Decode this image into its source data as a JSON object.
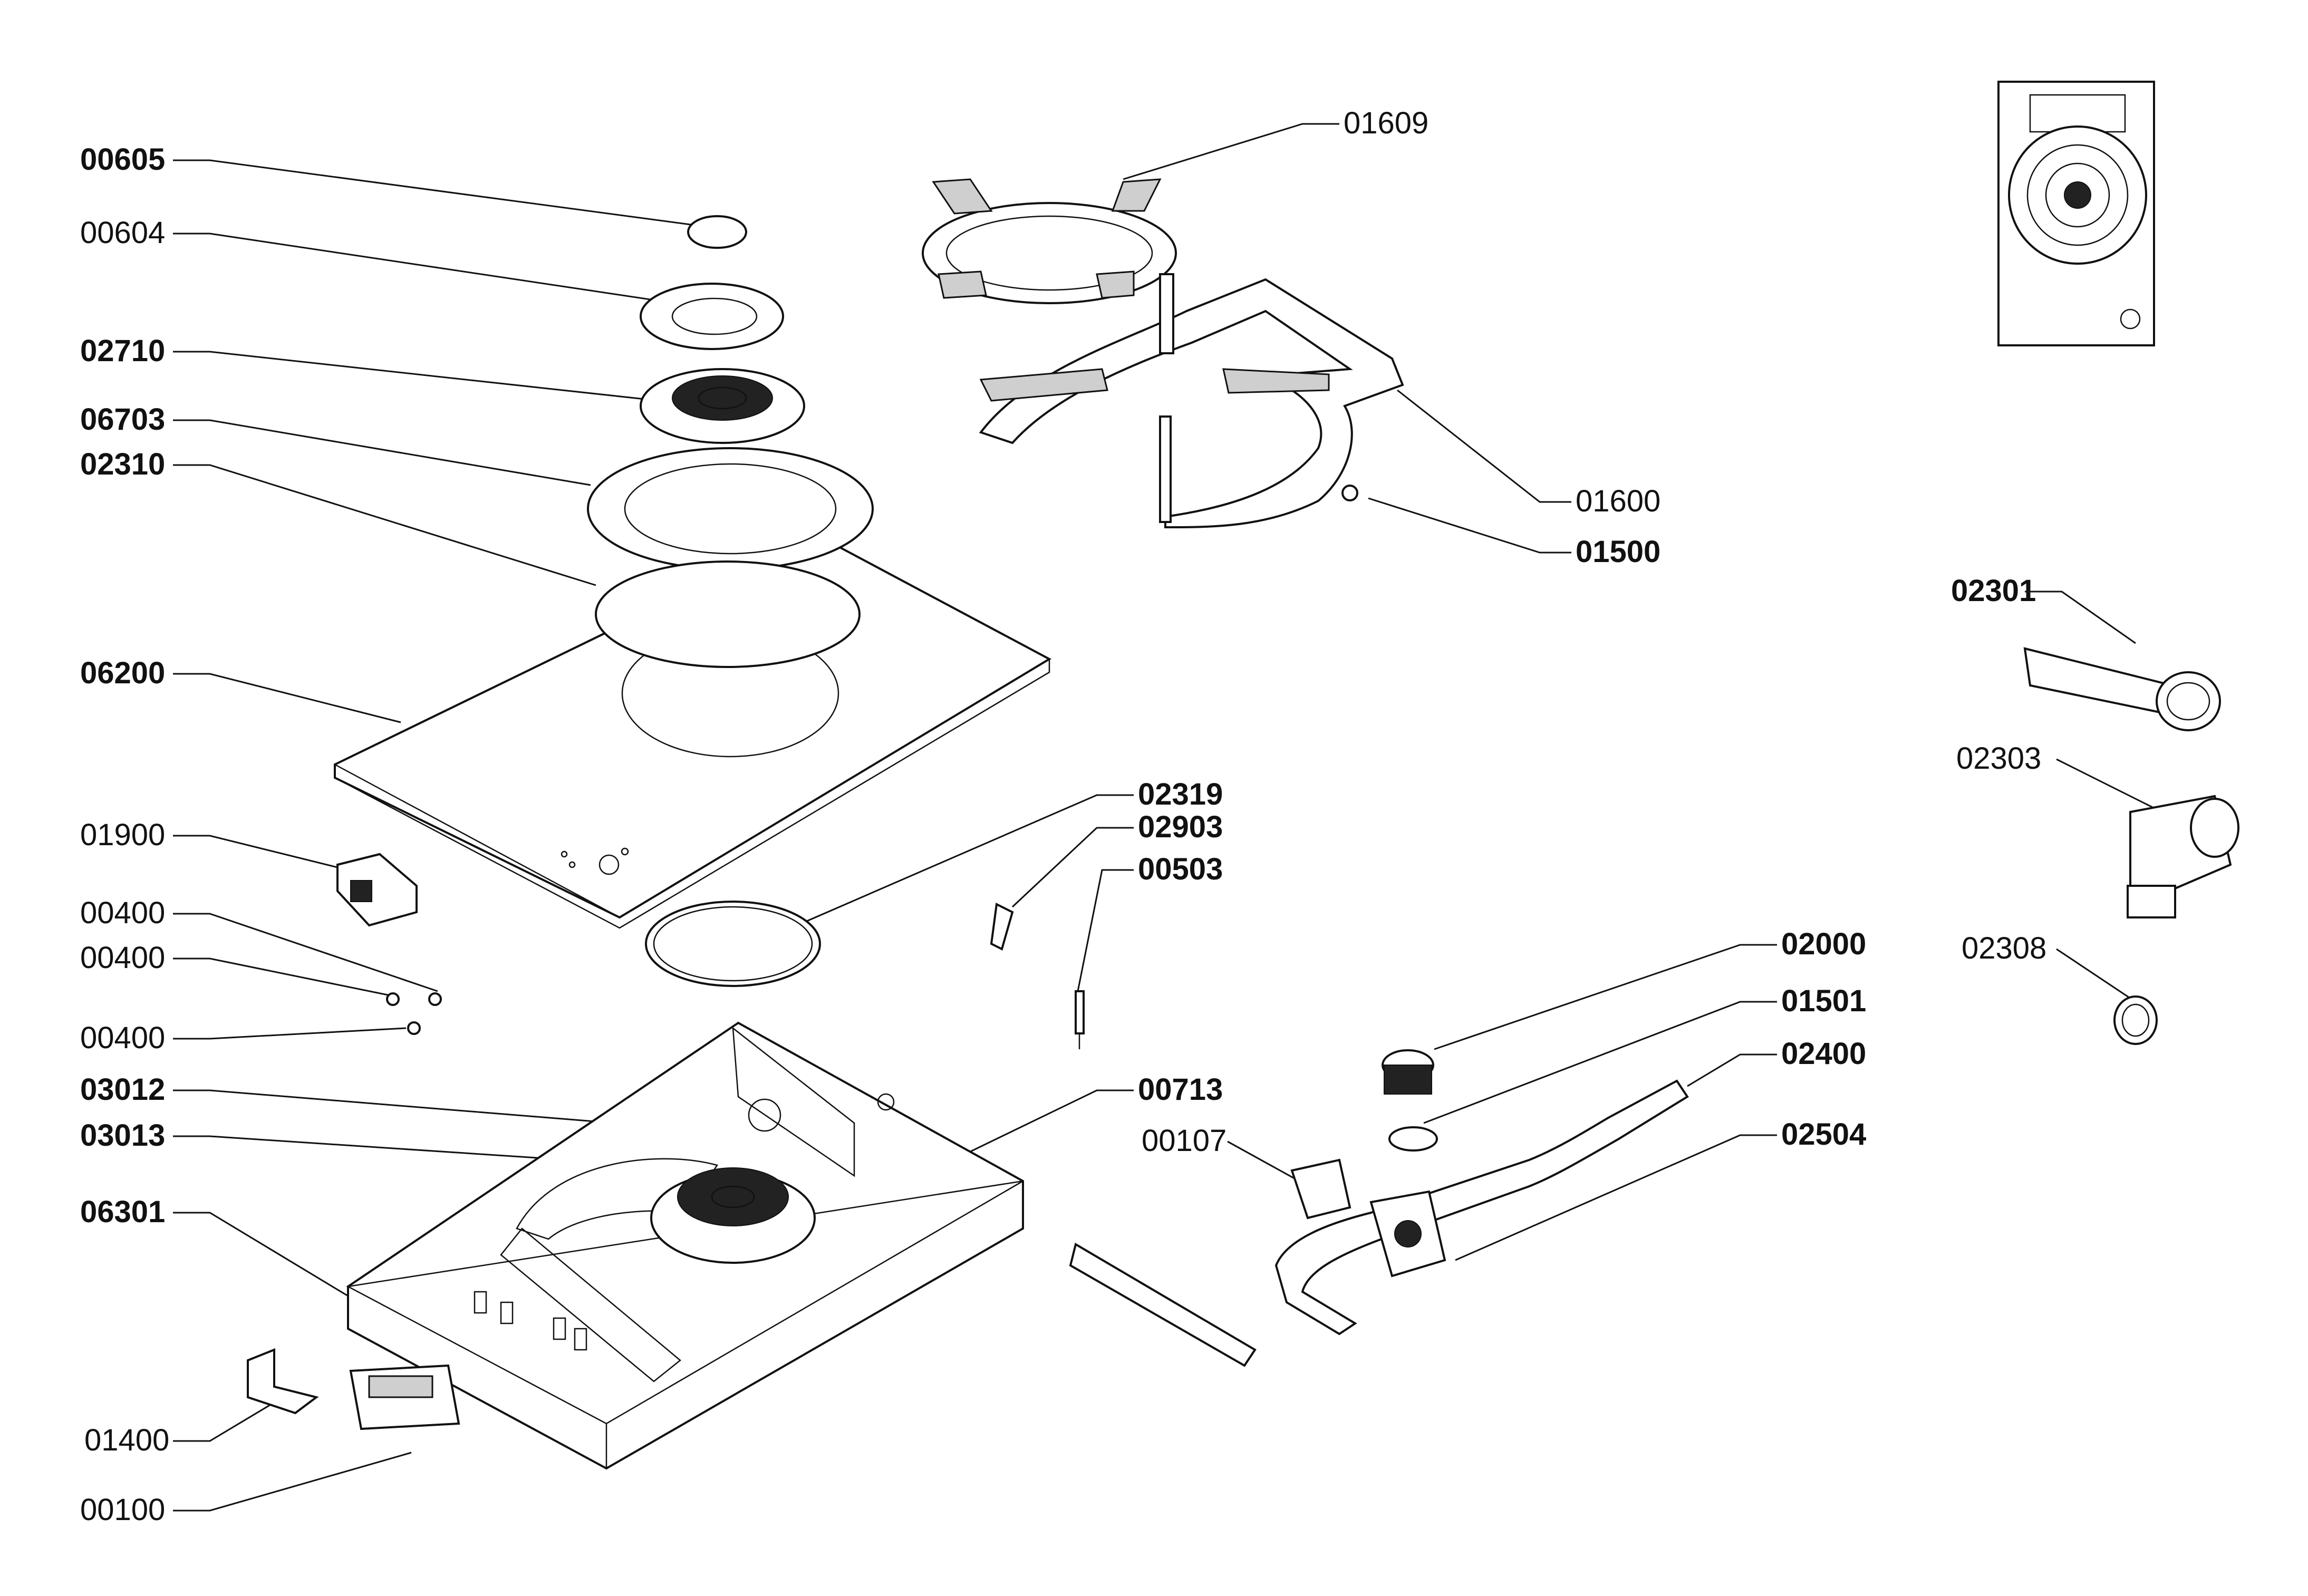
{
  "labels": [
    {
      "id": "lbl-00605",
      "text": "00605",
      "bold": true
    },
    {
      "id": "lbl-00604",
      "text": "00604",
      "bold": false
    },
    {
      "id": "lbl-02710",
      "text": "02710",
      "bold": true
    },
    {
      "id": "lbl-06703",
      "text": "06703",
      "bold": true
    },
    {
      "id": "lbl-02310",
      "text": "02310",
      "bold": true
    },
    {
      "id": "lbl-06200",
      "text": "06200",
      "bold": true
    },
    {
      "id": "lbl-01900",
      "text": "01900",
      "bold": false
    },
    {
      "id": "lbl-00400a",
      "text": "00400",
      "bold": false
    },
    {
      "id": "lbl-00400b",
      "text": "00400",
      "bold": false
    },
    {
      "id": "lbl-00400c",
      "text": "00400",
      "bold": false
    },
    {
      "id": "lbl-03012",
      "text": "03012",
      "bold": true
    },
    {
      "id": "lbl-03013",
      "text": "03013",
      "bold": true
    },
    {
      "id": "lbl-06301",
      "text": "06301",
      "bold": true
    },
    {
      "id": "lbl-01400",
      "text": "01400",
      "bold": false
    },
    {
      "id": "lbl-00100",
      "text": "00100",
      "bold": false
    },
    {
      "id": "lbl-01609",
      "text": "01609",
      "bold": false
    },
    {
      "id": "lbl-01600",
      "text": "01600",
      "bold": false
    },
    {
      "id": "lbl-01500",
      "text": "01500",
      "bold": true
    },
    {
      "id": "lbl-02319",
      "text": "02319",
      "bold": true
    },
    {
      "id": "lbl-02903",
      "text": "02903",
      "bold": true
    },
    {
      "id": "lbl-00503",
      "text": "00503",
      "bold": true
    },
    {
      "id": "lbl-00713",
      "text": "00713",
      "bold": true
    },
    {
      "id": "lbl-00107",
      "text": "00107",
      "bold": false
    },
    {
      "id": "lbl-02000",
      "text": "02000",
      "bold": true
    },
    {
      "id": "lbl-01501",
      "text": "01501",
      "bold": true
    },
    {
      "id": "lbl-02400",
      "text": "02400",
      "bold": true
    },
    {
      "id": "lbl-02504",
      "text": "02504",
      "bold": true
    },
    {
      "id": "lbl-02301",
      "text": "02301",
      "bold": true
    },
    {
      "id": "lbl-02303",
      "text": "02303",
      "bold": false
    },
    {
      "id": "lbl-02308",
      "text": "02308",
      "bold": false
    }
  ]
}
